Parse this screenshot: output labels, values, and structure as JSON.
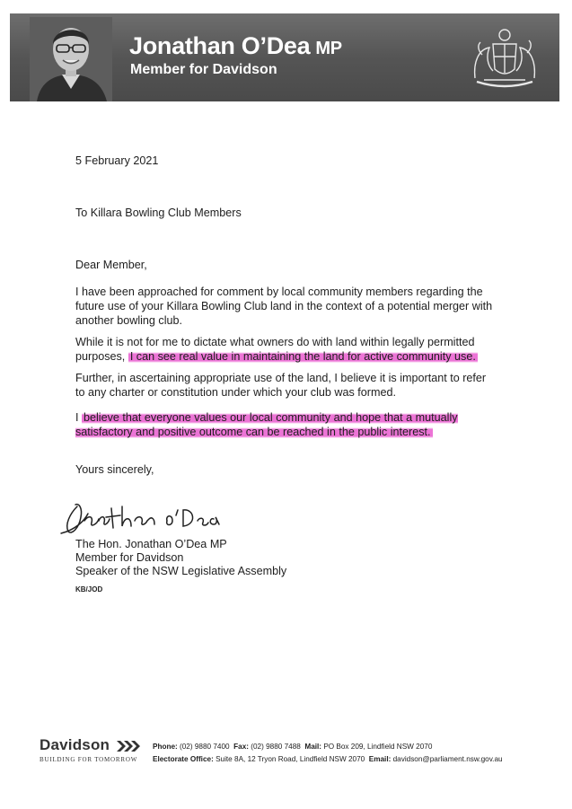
{
  "header": {
    "name": "Jonathan O’Dea",
    "suffix": "MP",
    "role": "Member for Davidson"
  },
  "letter": {
    "date": "5 February 2021",
    "to": "To Killara Bowling Club Members",
    "salutation": "Dear Member,",
    "p1": "I have been approached for comment by local community members regarding the future use of your Killara Bowling Club land in the context of a potential merger with another bowling club.",
    "p2_plain": "While it is not for me to dictate what owners do with land within legally permitted purposes, ",
    "p2_highlight": "I can see real value in maintaining the land for active community use.",
    "p3": "Further, in ascertaining appropriate use of the land, I believe it is important to refer to any charter or constitution under which your club was formed.",
    "p4_plain": "I ",
    "p4_highlight": "believe that everyone values our local community and hope that a mutually satisfactory and positive outcome can be reached in the public interest.",
    "closing": "Yours sincerely,",
    "signature": "Jonathan O'Dea",
    "sign_name": "The Hon. Jonathan O’Dea MP",
    "sign_role1": "Member for Davidson",
    "sign_role2": "Speaker of the NSW Legislative Assembly",
    "initials": "KB/JOD",
    "highlight_color": "#e646c8"
  },
  "footer": {
    "logo_word": "Davidson",
    "logo_tag": "BUILDING FOR TOMORROW",
    "phone_label": "Phone:",
    "phone": "(02) 9880 7400",
    "fax_label": "Fax:",
    "fax": "(02) 9880 7488",
    "mail_label": "Mail:",
    "mail": "PO Box 209, Lindfield NSW 2070",
    "office_label": "Electorate Office:",
    "office": "Suite 8A, 12 Tryon Road, Lindfield NSW 2070",
    "email_label": "Email:",
    "email": "davidson@parliament.nsw.gov.au"
  }
}
